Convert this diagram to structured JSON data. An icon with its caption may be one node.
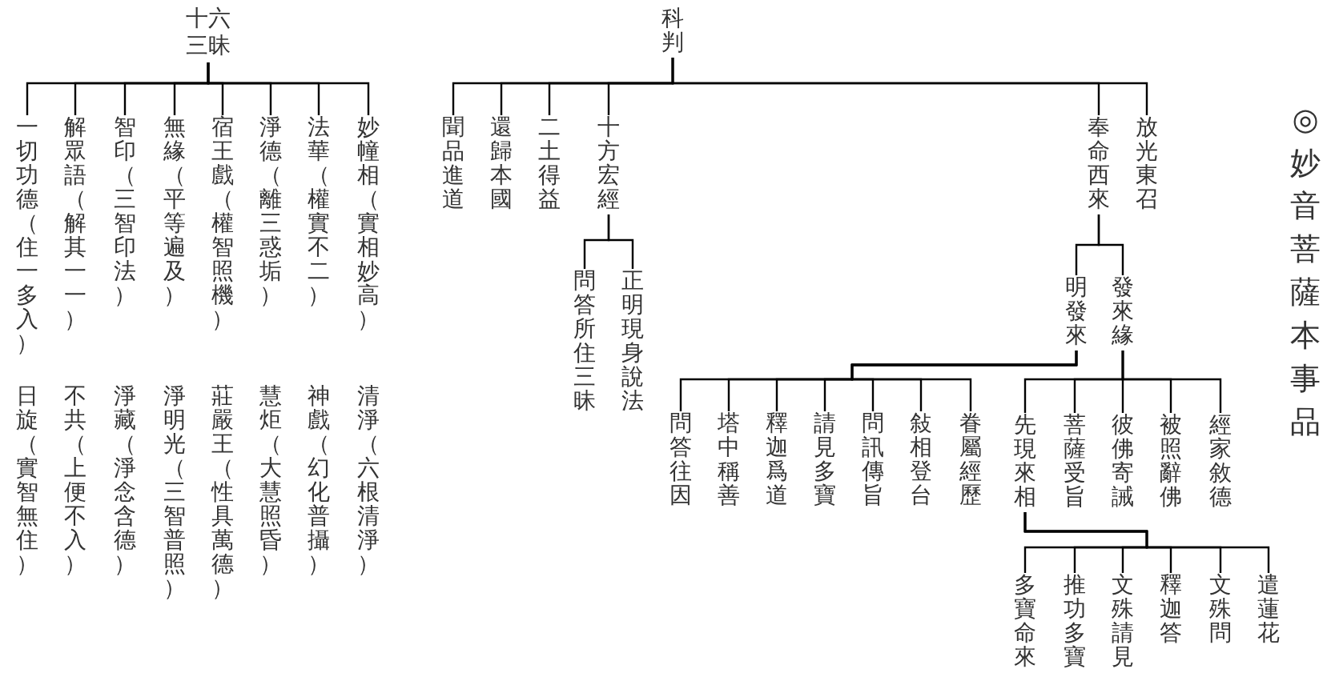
{
  "diagram": {
    "title": "◎妙音菩薩本事品",
    "nodes": [
      {
        "text": [
          "十六三昧"
        ]
      },
      {
        "text": [
          "妙幢相（實相妙高）"
        ]
      },
      {
        "text": [
          "法華（權實不二）"
        ]
      },
      {
        "text": [
          "淨德（離三惑垢）"
        ]
      },
      {
        "text": [
          "宿王戲（權智照機）"
        ]
      },
      {
        "text": [
          "無緣（平等遍及）"
        ]
      },
      {
        "text": [
          "智印（三智印法）"
        ]
      },
      {
        "text": [
          "解眾語（解其一一）"
        ]
      },
      {
        "text": [
          "一切功德（住一多入）"
        ]
      },
      {
        "text": [
          "清淨（六根清淨）"
        ]
      },
      {
        "text": [
          "神戲（幻化普攝）"
        ]
      },
      {
        "text": [
          "慧炬（大慧照昏）"
        ]
      },
      {
        "text": [
          "莊嚴王（性具萬德）"
        ]
      },
      {
        "text": [
          "淨明光（三智普照）"
        ]
      },
      {
        "text": [
          "淨藏（淨念含德）"
        ]
      },
      {
        "text": [
          "不共（上便不入）"
        ]
      },
      {
        "text": [
          "日旋（實智無住）"
        ]
      },
      {
        "text": [
          "科判"
        ]
      },
      {
        "text": [
          "放光東召"
        ]
      },
      {
        "text": [
          "奉命西來"
        ]
      },
      {
        "text": [
          "十方宏經"
        ]
      },
      {
        "text": [
          "二土得益"
        ]
      },
      {
        "text": [
          "還歸本國"
        ]
      },
      {
        "text": [
          "聞品進道"
        ]
      },
      {
        "text": [
          "正明現身說法"
        ]
      },
      {
        "text": [
          "問答所住三昧"
        ]
      },
      {
        "text": [
          "發來緣"
        ]
      },
      {
        "text": [
          "明發來"
        ]
      },
      {
        "text": [
          "經家敘德"
        ]
      },
      {
        "text": [
          "被照辭佛"
        ]
      },
      {
        "text": [
          "彼佛寄誡"
        ]
      },
      {
        "text": [
          "菩薩受旨"
        ]
      },
      {
        "text": [
          "先現來相"
        ]
      },
      {
        "text": [
          "眷屬經歷"
        ]
      },
      {
        "text": [
          "敍相登台"
        ]
      },
      {
        "text": [
          "問訊傳旨"
        ]
      },
      {
        "text": [
          "請見多寶"
        ]
      },
      {
        "text": [
          "釋迦爲道"
        ]
      },
      {
        "text": [
          "塔中稱善"
        ]
      },
      {
        "text": [
          "問答往因"
        ]
      },
      {
        "text": [
          "遣蓮花"
        ]
      },
      {
        "text": [
          "文殊問"
        ]
      },
      {
        "text": [
          "釋迦答"
        ]
      },
      {
        "text": [
          "文殊請見"
        ]
      },
      {
        "text": [
          "推功多寶"
        ]
      },
      {
        "text": [
          "多寶命來"
        ]
      }
    ],
    "edges": [
      {
        "from": 0,
        "to": 1,
        "arrow": "none"
      },
      {
        "from": 0,
        "to": 2,
        "arrow": "none"
      },
      {
        "from": 0,
        "to": 3,
        "arrow": "none"
      },
      {
        "from": 0,
        "to": 4,
        "arrow": "none"
      },
      {
        "from": 0,
        "to": 5,
        "arrow": "none"
      },
      {
        "from": 0,
        "to": 6,
        "arrow": "none"
      },
      {
        "from": 0,
        "to": 7,
        "arrow": "none"
      },
      {
        "from": 0,
        "to": 8,
        "arrow": "none"
      },
      {
        "from": 17,
        "to": 18,
        "arrow": "none"
      },
      {
        "from": 17,
        "to": 19,
        "arrow": "none"
      },
      {
        "from": 17,
        "to": 20,
        "arrow": "none"
      },
      {
        "from": 17,
        "to": 21,
        "arrow": "none"
      },
      {
        "from": 17,
        "to": 22,
        "arrow": "none"
      },
      {
        "from": 17,
        "to": 23,
        "arrow": "none"
      },
      {
        "from": 20,
        "to": 24,
        "arrow": "none"
      },
      {
        "from": 20,
        "to": 25,
        "arrow": "none"
      },
      {
        "from": 19,
        "to": 26,
        "arrow": "none"
      },
      {
        "from": 19,
        "to": 27,
        "arrow": "none"
      },
      {
        "from": 26,
        "to": 28,
        "arrow": "none"
      },
      {
        "from": 26,
        "to": 29,
        "arrow": "none"
      },
      {
        "from": 26,
        "to": 30,
        "arrow": "none"
      },
      {
        "from": 26,
        "to": 31,
        "arrow": "none"
      },
      {
        "from": 26,
        "to": 32,
        "arrow": "none"
      },
      {
        "from": 27,
        "to": 33,
        "arrow": "none"
      },
      {
        "from": 27,
        "to": 34,
        "arrow": "none"
      },
      {
        "from": 27,
        "to": 35,
        "arrow": "none"
      },
      {
        "from": 27,
        "to": 36,
        "arrow": "none"
      },
      {
        "from": 27,
        "to": 37,
        "arrow": "none"
      },
      {
        "from": 27,
        "to": 38,
        "arrow": "none"
      },
      {
        "from": 27,
        "to": 39,
        "arrow": "none"
      },
      {
        "from": 32,
        "to": 40,
        "arrow": "none"
      },
      {
        "from": 32,
        "to": 41,
        "arrow": "none"
      },
      {
        "from": 32,
        "to": 42,
        "arrow": "none"
      },
      {
        "from": 32,
        "to": 43,
        "arrow": "none"
      },
      {
        "from": 32,
        "to": 44,
        "arrow": "none"
      },
      {
        "from": 32,
        "to": 45,
        "arrow": "none"
      }
    ]
  }
}
